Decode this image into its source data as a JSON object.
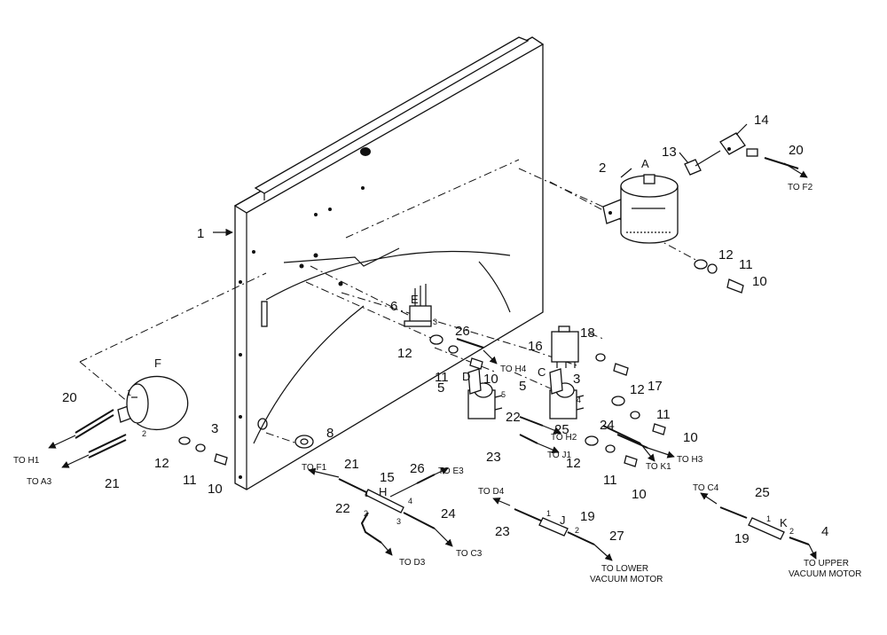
{
  "labels": {
    "p1": "1",
    "p2": "2",
    "p3a": "3",
    "p3b": "3",
    "p4": "4",
    "p5a": "5",
    "p5b": "5",
    "p6": "6",
    "p8": "8",
    "p10a": "10",
    "p10b": "10",
    "p10c": "10",
    "p10d": "10",
    "p10e": "10",
    "p11a": "11",
    "p11b": "11",
    "p11c": "11",
    "p11d": "11",
    "p11e": "11",
    "p12a": "12",
    "p12b": "12",
    "p12c": "12",
    "p12d": "12",
    "p12e": "12",
    "p13": "13",
    "p14": "14",
    "p15": "15",
    "p16": "16",
    "p17": "17",
    "p18": "18",
    "p19a": "19",
    "p19b": "19",
    "p20a": "20",
    "p20b": "20",
    "p21a": "21",
    "p21b": "21",
    "p22a": "22",
    "p22b": "22",
    "p23a": "23",
    "p23b": "23",
    "p24a": "24",
    "p24b": "24",
    "p25a": "25",
    "p25b": "25",
    "p26a": "26",
    "p26b": "26",
    "p27": "27"
  },
  "callouts": {
    "A": "A",
    "C": "C",
    "D": "D",
    "E": "E",
    "F": "F",
    "H": "H",
    "J": "J",
    "K": "K"
  },
  "ports": {
    "one": "1",
    "two": "2",
    "three": "3",
    "four": "4",
    "five": "5"
  },
  "destinations": {
    "f2": "TO F2",
    "h4": "TO H4",
    "h2": "TO H2",
    "j1": "TO J1",
    "k1": "TO K1",
    "h3": "TO H3",
    "h1": "TO H1",
    "a3": "TO A3",
    "f1": "TO F1",
    "e3": "TO E3",
    "d3": "TO D3",
    "c3": "TO C3",
    "d4": "TO D4",
    "c4": "TO C4",
    "lower1": "TO LOWER",
    "lower2": "VACUUM MOTOR",
    "upper1": "TO UPPER",
    "upper2": "VACUUM MOTOR"
  }
}
